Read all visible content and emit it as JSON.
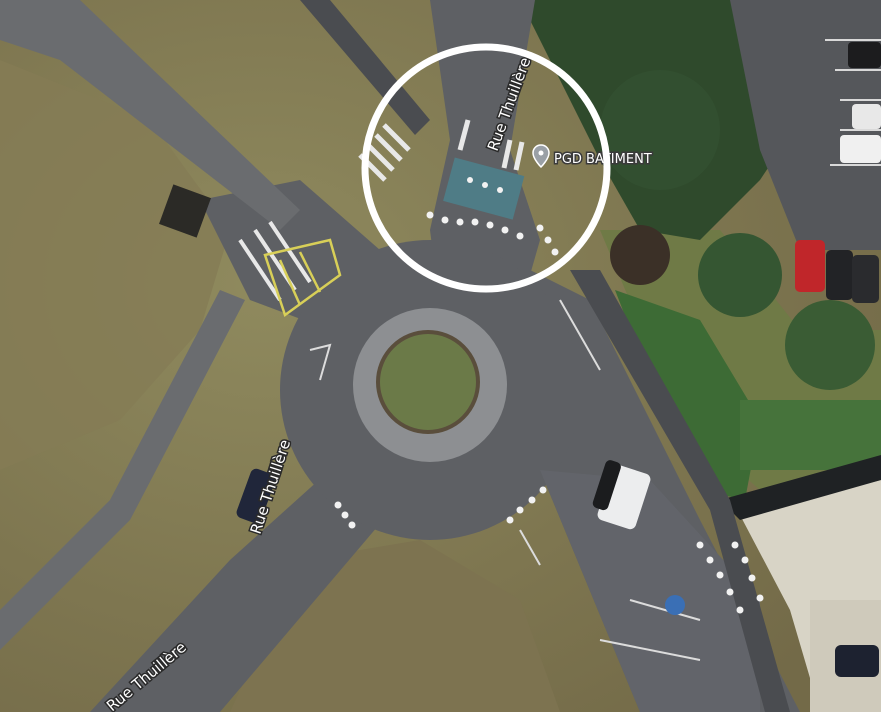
{
  "map": {
    "type": "satellite",
    "road_labels": [
      {
        "id": "top",
        "text": "Rue Thuillère"
      },
      {
        "id": "middle",
        "text": "Rue Thuillère"
      },
      {
        "id": "bottom",
        "text": "Rue Thuillère"
      }
    ],
    "poi": {
      "name": "PGD BATIMENT",
      "icon": "map-pin-icon"
    },
    "highlight": {
      "shape": "circle",
      "color": "#ffffff"
    },
    "colors": {
      "grass": "#8c8258",
      "grass_green": "#6f7d4a",
      "asphalt": "#5e6064",
      "asphalt_dark": "#4a4c50",
      "trees": "#2f4a2c",
      "hedge": "#3d6b35",
      "car_red": "#c0262a"
    }
  }
}
